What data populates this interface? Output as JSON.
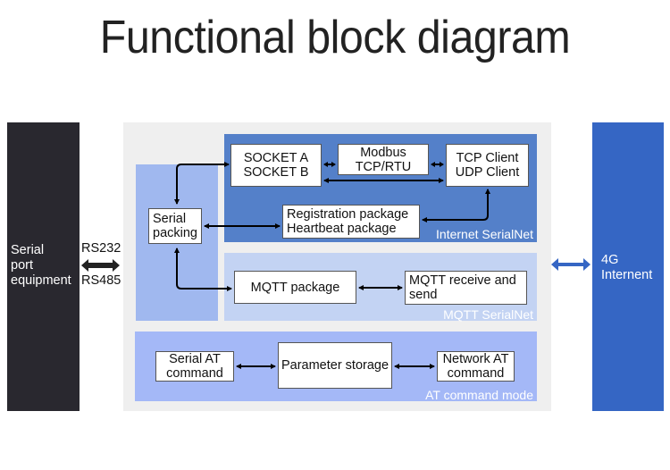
{
  "title": "Functional block diagram",
  "serial_device": {
    "label_lines": [
      "Serial",
      "port",
      "equipment"
    ]
  },
  "serial_interface": {
    "top_label": "RS232",
    "bottom_label": "RS485"
  },
  "internet_side": {
    "label_lines": [
      "4G",
      "Internent"
    ]
  },
  "serial_packing": {
    "label_lines": [
      "Serial",
      "packing"
    ]
  },
  "internet_serialnet": {
    "caption": "Internet SerialNet",
    "socket_box": [
      "SOCKET A",
      "SOCKET B"
    ],
    "modbus_box": [
      "Modbus",
      "TCP/RTU"
    ],
    "client_box": [
      "TCP Client",
      "UDP Client"
    ],
    "package_box": [
      "Registration package",
      "Heartbeat package"
    ]
  },
  "mqtt_serialnet": {
    "caption": "MQTT SerialNet",
    "package_box": "MQTT package",
    "receive_box": [
      "MQTT receive and",
      "send"
    ]
  },
  "at_command_mode": {
    "caption": "AT command mode",
    "serial_at_box": [
      "Serial AT",
      "command"
    ],
    "storage_box": "Parameter storage",
    "network_at_box": [
      "Network AT",
      "command"
    ]
  },
  "colors": {
    "serial_device": "#29282f",
    "background_panel": "#efefef",
    "internet_serialnet": "#5480c9",
    "mqtt_serialnet": "#c3d3f3",
    "at_command_mode": "#a4b8f7",
    "serial_packing_column": "#a0b8ef",
    "internet_4g": "#3566c4",
    "link_arrow_4g": "#3566c4"
  }
}
